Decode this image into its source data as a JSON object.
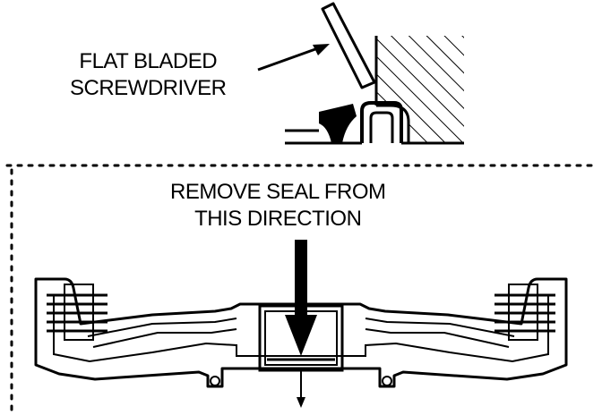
{
  "callouts": {
    "tool": {
      "line1": "FLAT BLADED",
      "line2": "SCREWDRIVER"
    },
    "direction": {
      "line1": "REMOVE SEAL FROM",
      "line2": "THIS DIRECTION"
    }
  },
  "colors": {
    "ink": "#000000",
    "paper": "#ffffff"
  }
}
